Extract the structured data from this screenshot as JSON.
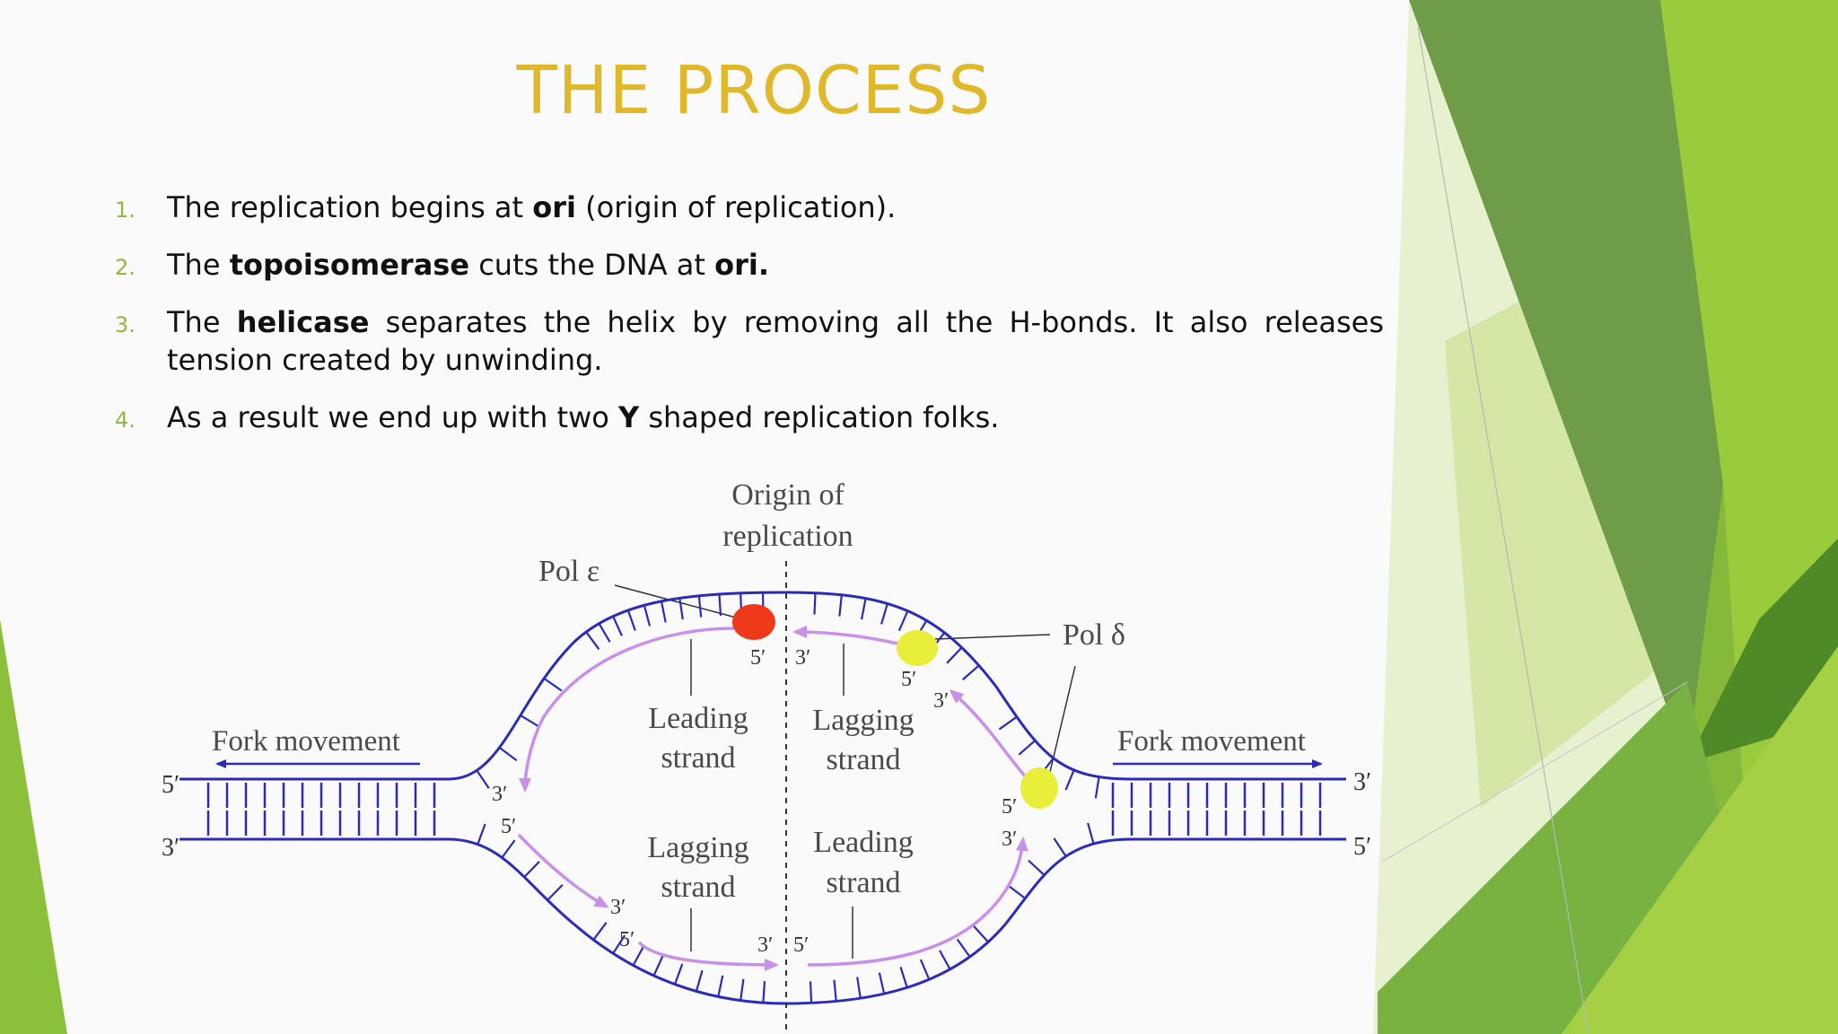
{
  "slide": {
    "title": "THE PROCESS",
    "items": [
      {
        "num": "1.",
        "parts": [
          {
            "text": "The replication begins at ",
            "bold": false
          },
          {
            "text": "ori",
            "bold": true
          },
          {
            "text": " (origin of replication).",
            "bold": false
          }
        ]
      },
      {
        "num": "2.",
        "parts": [
          {
            "text": "The ",
            "bold": false
          },
          {
            "text": "topoisomerase",
            "bold": true
          },
          {
            "text": " cuts the DNA at ",
            "bold": false
          },
          {
            "text": "ori.",
            "bold": true
          }
        ]
      },
      {
        "num": "3.",
        "parts": [
          {
            "text": "The ",
            "bold": false
          },
          {
            "text": "helicase",
            "bold": true
          },
          {
            "text": " separates the helix by removing all the H-bonds. It also releases tension created by unwinding.",
            "bold": false
          }
        ]
      },
      {
        "num": "4.",
        "parts": [
          {
            "text": "As a result we end up with two ",
            "bold": false
          },
          {
            "text": "Y",
            "bold": true
          },
          {
            "text": " shaped replication folks.",
            "bold": false
          }
        ]
      }
    ]
  },
  "diagram": {
    "origin_line1": "Origin of",
    "origin_line2": "replication",
    "pol_epsilon": "Pol ε",
    "pol_delta": "Pol δ",
    "fork_movement_left": "Fork movement",
    "fork_movement_right": "Fork movement",
    "leading_top_1": "Leading",
    "leading_top_2": "strand",
    "lagging_top_1": "Lagging",
    "lagging_top_2": "strand",
    "lagging_bottom_1": "Lagging",
    "lagging_bottom_2": "strand",
    "leading_bottom_1": "Leading",
    "leading_bottom_2": "strand",
    "end_left_top": "5′",
    "end_left_bottom": "3′",
    "end_right_top": "3′",
    "end_right_bottom": "5′",
    "prime_3": "3′",
    "prime_5": "5′",
    "colors": {
      "dna": "#2b2bb8",
      "new_strand": "#c890e8",
      "pol_epsilon": "#ee3a1a",
      "pol_delta": "#e8ee3a"
    }
  },
  "theme": {
    "title_color": "#e0b92a",
    "number_color": "#8dba3f",
    "green_dark": "#5e8f37",
    "green_mid": "#82b83a",
    "green_light": "#9acb3c"
  }
}
